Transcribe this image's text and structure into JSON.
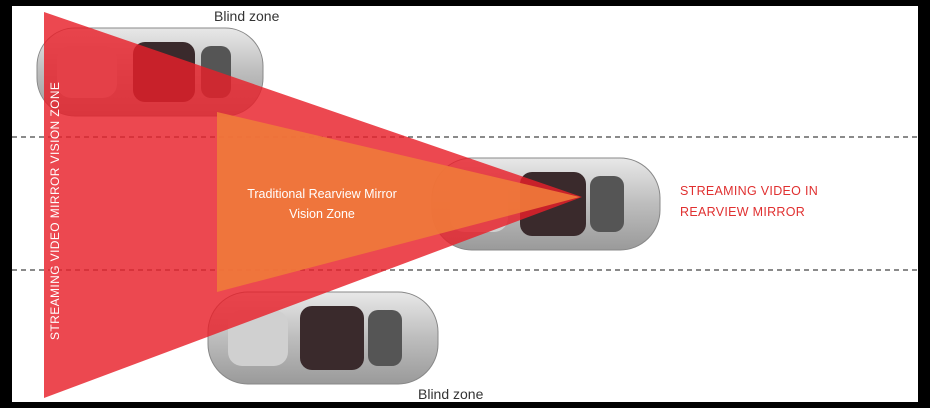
{
  "labels": {
    "blind_zone_top": "Blind zone",
    "blind_zone_bottom": "Blind zone",
    "traditional_zone_line1": "Traditional Rearview Mirror",
    "traditional_zone_line2": "Vision Zone",
    "streaming_line1": "STREAMING VIDEO IN",
    "streaming_line2": "REARVIEW MIRROR",
    "streaming_vertical": "STREAMING VIDEO MIRROR VISION ZONE"
  },
  "colors": {
    "road": "#ffffff",
    "frame": "#000000",
    "lane_line": "#444444",
    "streaming_zone": "#e8202a",
    "traditional_zone": "#f07a3a",
    "streaming_text": "#e03030",
    "car_body": "#c9c9c9",
    "car_interior": "#3a2a2c"
  },
  "icons": {
    "car_top_left": "car-top-view-icon",
    "car_center": "car-top-view-icon",
    "car_bottom": "car-top-view-icon"
  }
}
